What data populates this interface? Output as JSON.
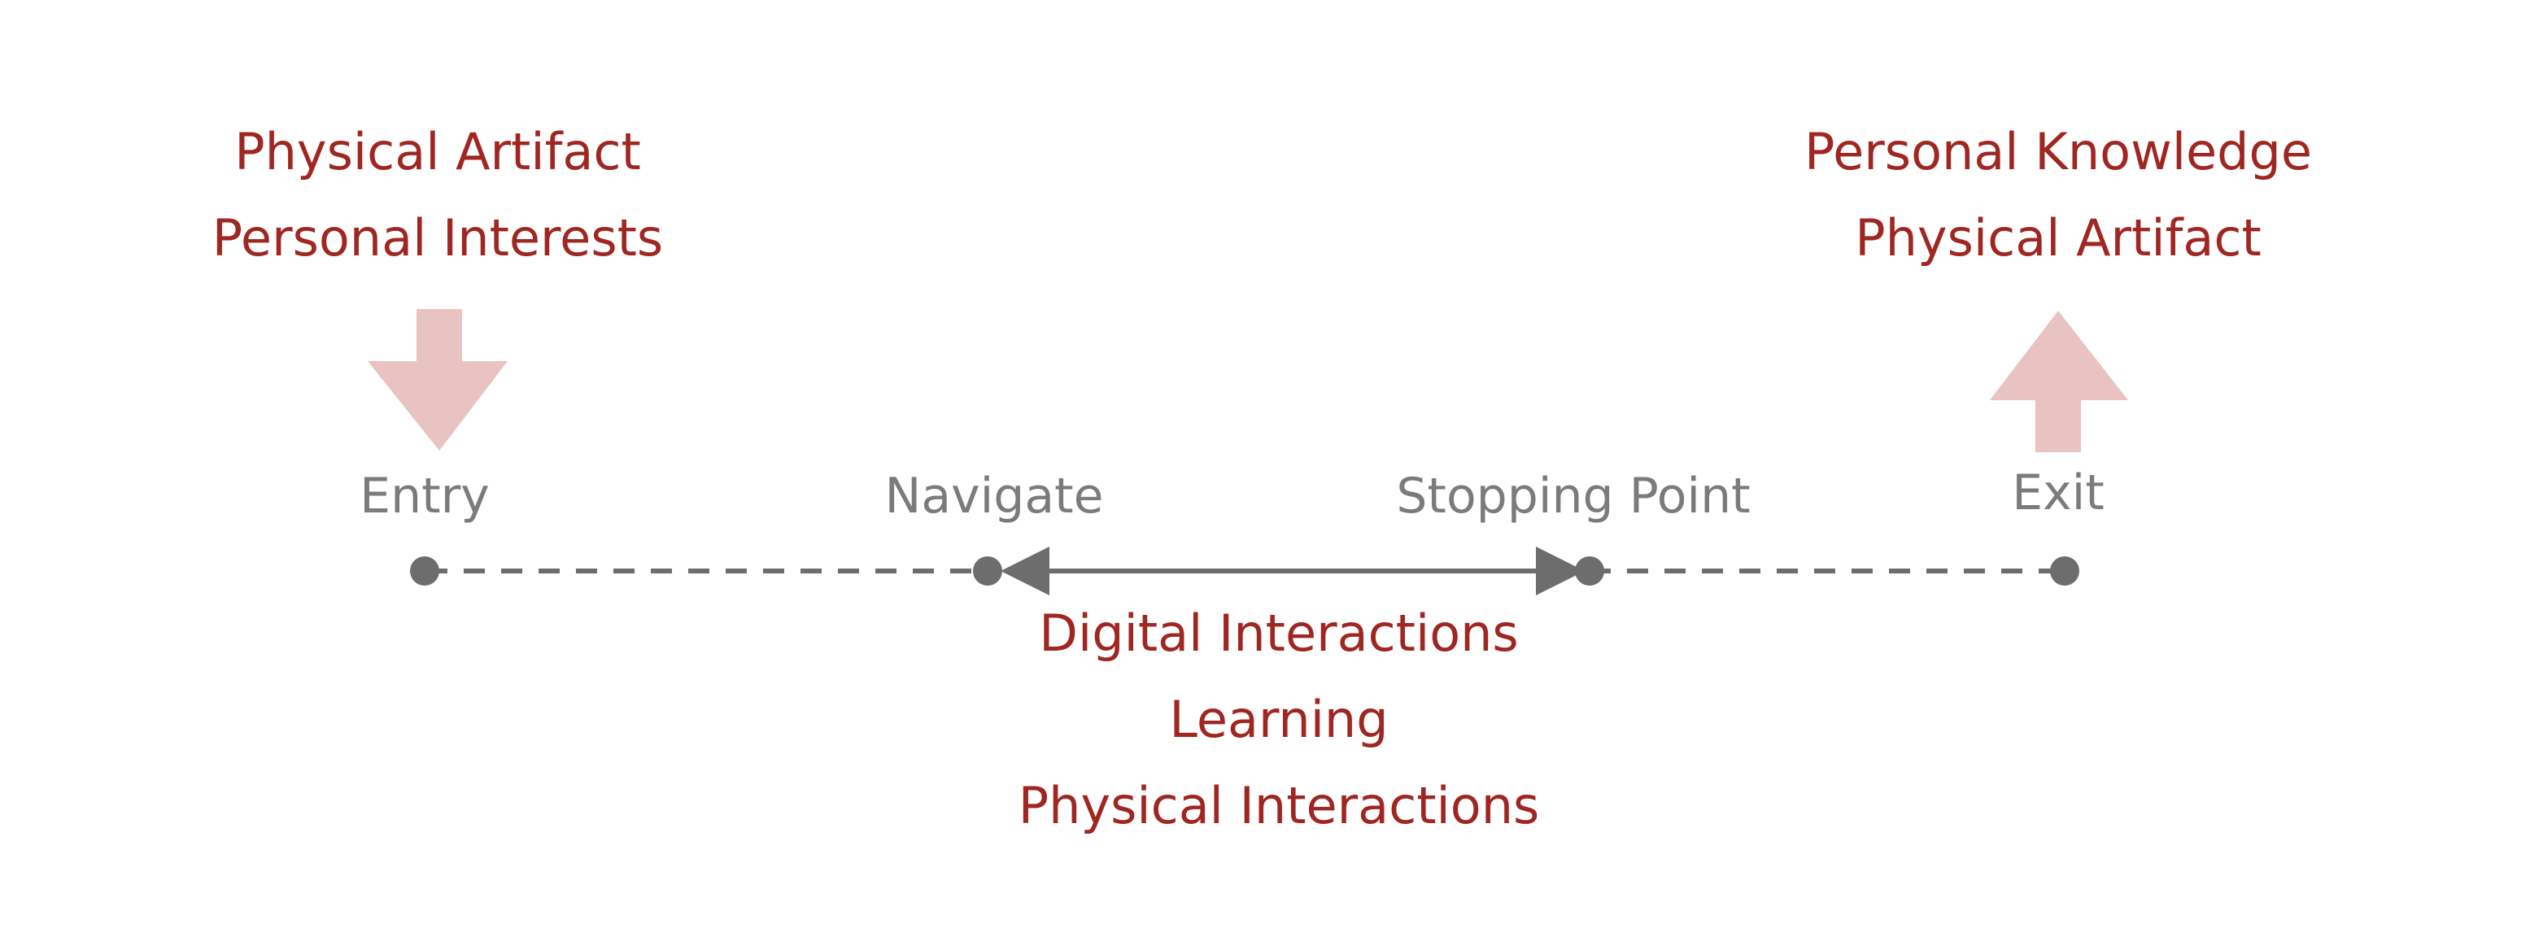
{
  "colors": {
    "accent_text": "#a02622",
    "stage_text": "#7b7b7b",
    "arrow_fill": "#e8c3c1",
    "line": "#6d6d6d",
    "node": "#6d6d6d"
  },
  "entry": {
    "inputs": [
      "Physical Artifact",
      "Personal Interests"
    ],
    "arrow": "down-arrow-icon"
  },
  "exit": {
    "outputs": [
      "Personal Knowledge",
      "Physical Artifact"
    ],
    "arrow": "up-arrow-icon"
  },
  "stages": [
    {
      "label": "Entry"
    },
    {
      "label": "Navigate"
    },
    {
      "label": "Stopping Point"
    },
    {
      "label": "Exit"
    }
  ],
  "middle": {
    "activities": [
      "Digital Interactions",
      "Learning",
      "Physical Interactions"
    ]
  },
  "connections": [
    {
      "from": "Entry",
      "to": "Navigate",
      "style": "dashed"
    },
    {
      "from": "Navigate",
      "to": "Stopping Point",
      "style": "solid-double-arrow"
    },
    {
      "from": "Stopping Point",
      "to": "Exit",
      "style": "dashed"
    }
  ]
}
